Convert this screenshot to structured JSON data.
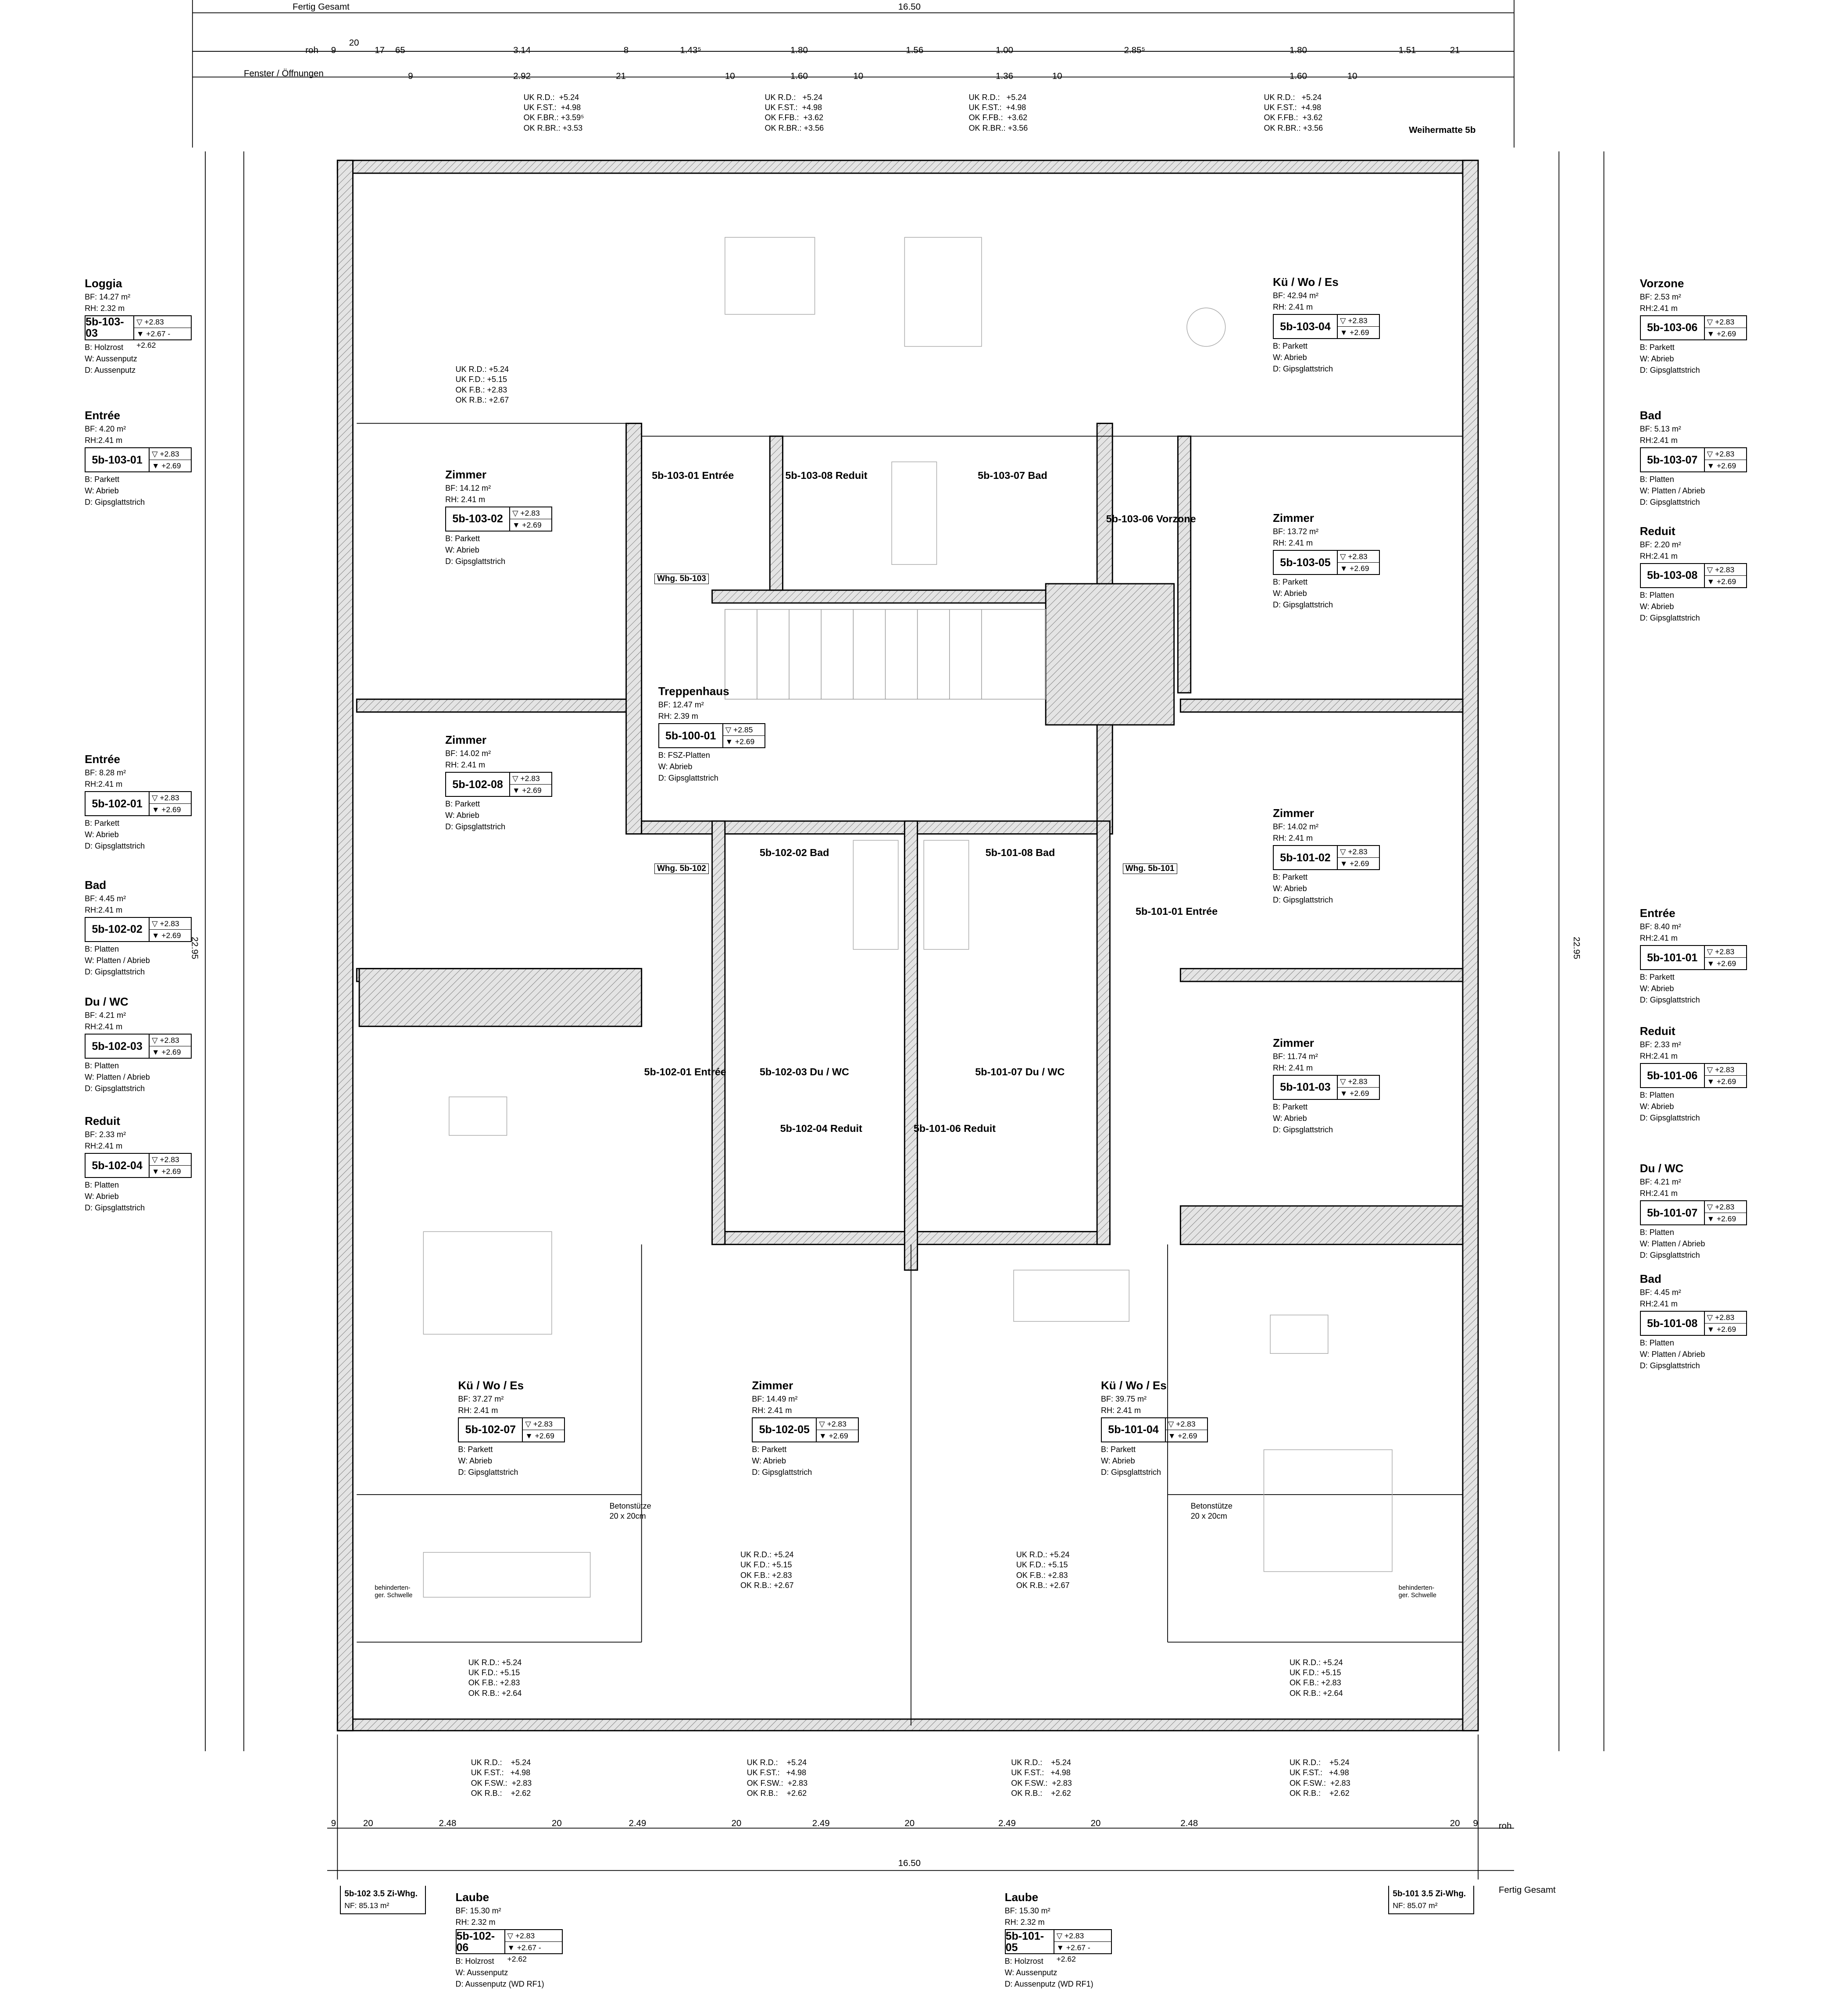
{
  "header": {
    "fertig_gesamt": "Fertig Gesamt",
    "total": "16.50",
    "roh": "roh",
    "fenster": "Fenster / Öffnungen",
    "project": "Weihermatte 5b"
  },
  "dims_top_roh": [
    "9",
    "20",
    "17",
    "65",
    "3.14",
    "8",
    "1.43⁵",
    "1.80",
    "1.56",
    "1.00",
    "2.85⁵",
    "1.80",
    "1.51",
    "21"
  ],
  "dims_top_fenster": [
    "9",
    "2.92",
    "21",
    "10",
    "1.60",
    "10",
    "1.36",
    "10",
    "1.60",
    "10"
  ],
  "dims_bottom": [
    "9",
    "20",
    "2.48",
    "20",
    "2.49",
    "20",
    "2.49",
    "20",
    "2.49",
    "20",
    "2.48",
    "20",
    "9"
  ],
  "window_notes": [
    {
      "text": "UK R.D.:  +5.24\nUK F.ST.:  +4.98\nOK F.BR.: +3.59⁵\nOK R.BR.: +3.53"
    },
    {
      "text": "UK R.D.:   +5.24\nUK F.ST.:  +4.98\nOK F.FB.:  +3.62\nOK R.BR.: +3.56"
    },
    {
      "text": "UK R.D.:   +5.24\nUK F.ST.:  +4.98\nOK F.FB.:  +3.62\nOK R.BR.: +3.56"
    },
    {
      "text": "UK R.D.:   +5.24\nUK F.ST.:  +4.98\nOK F.FB.:  +3.62\nOK R.BR.: +3.56"
    },
    {
      "text": "UK R.D.: +5.24\nUK F.D.: +5.15\nOK F.B.: +2.83\nOK R.B.: +2.67"
    },
    {
      "text": "UK R.D.: +5.24\nUK F.D.: +5.15\nOK F.B.: +2.83\nOK R.B.: +2.67"
    },
    {
      "text": "UK R.D.: +5.24\nUK F.D.: +5.15\nOK F.B.: +2.83\nOK R.B.: +2.67"
    },
    {
      "text": "UK R.D.: +5.24\nUK F.D.: +5.15\nOK F.B.: +2.83\nOK R.B.: +2.64"
    },
    {
      "text": "UK R.D.: +5.24\nUK F.D.: +5.15\nOK F.B.: +2.83\nOK R.B.: +2.64"
    },
    {
      "text": "UK R.D.:    +5.24\nUK F.ST.:   +4.98\nOK F.SW.:  +2.83\nOK R.B.:    +2.62"
    },
    {
      "text": "UK R.D.:    +5.24\nUK F.ST.:   +4.98\nOK F.SW.:  +2.83\nOK R.B.:    +2.62"
    },
    {
      "text": "UK R.D.:    +5.24\nUK F.ST.:   +4.98\nOK F.SW.:  +2.83\nOK R.B.:    +2.62"
    },
    {
      "text": "UK R.D.:    +5.24\nUK F.ST.:   +4.98\nOK F.SW.:  +2.83\nOK R.B.:    +2.62"
    }
  ],
  "rooms": [
    {
      "name": "Loggia",
      "bf": "BF: 14.27 m²",
      "rh": "RH:  2.32 m",
      "id": "5b-103-03",
      "up": "▽ +2.83",
      "down": "▼ +2.67 - +2.62",
      "b": "B: Holzrost",
      "w": "W: Aussenputz",
      "d": "D: Aussenputz"
    },
    {
      "name": "Entrée",
      "bf": "BF: 4.20 m²",
      "rh": "RH:2.41 m",
      "id": "5b-103-01",
      "up": "▽ +2.83",
      "down": "▼ +2.69",
      "b": "B: Parkett",
      "w": "W: Abrieb",
      "d": "D: Gipsglattstrich"
    },
    {
      "name": "Entrée",
      "bf": "BF: 8.28 m²",
      "rh": "RH:2.41 m",
      "id": "5b-102-01",
      "up": "▽ +2.83",
      "down": "▼ +2.69",
      "b": "B: Parkett",
      "w": "W: Abrieb",
      "d": "D: Gipsglattstrich"
    },
    {
      "name": "Bad",
      "bf": "BF: 4.45 m²",
      "rh": "RH:2.41 m",
      "id": "5b-102-02",
      "up": "▽ +2.83",
      "down": "▼ +2.69",
      "b": "B: Platten",
      "w": "W: Platten / Abrieb",
      "d": "D: Gipsglattstrich"
    },
    {
      "name": "Du / WC",
      "bf": "BF: 4.21 m²",
      "rh": "RH:2.41 m",
      "id": "5b-102-03",
      "up": "▽ +2.83",
      "down": "▼ +2.69",
      "b": "B: Platten",
      "w": "W: Platten / Abrieb",
      "d": "D: Gipsglattstrich"
    },
    {
      "name": "Reduit",
      "bf": "BF: 2.33 m²",
      "rh": "RH:2.41 m",
      "id": "5b-102-04",
      "up": "▽ +2.83",
      "down": "▼ +2.69",
      "b": "B: Platten",
      "w": "W: Abrieb",
      "d": "D: Gipsglattstrich"
    },
    {
      "name": "Vorzone",
      "bf": "BF: 2.53 m²",
      "rh": "RH:2.41 m",
      "id": "5b-103-06",
      "up": "▽ +2.83",
      "down": "▼ +2.69",
      "b": "B: Parkett",
      "w": "W: Abrieb",
      "d": "D: Gipsglattstrich"
    },
    {
      "name": "Bad",
      "bf": "BF: 5.13 m²",
      "rh": "RH:2.41 m",
      "id": "5b-103-07",
      "up": "▽ +2.83",
      "down": "▼ +2.69",
      "b": "B: Platten",
      "w": "W: Platten / Abrieb",
      "d": "D: Gipsglattstrich"
    },
    {
      "name": "Reduit",
      "bf": "BF: 2.20 m²",
      "rh": "RH:2.41 m",
      "id": "5b-103-08",
      "up": "▽ +2.83",
      "down": "▼ +2.69",
      "b": "B: Platten",
      "w": "W: Abrieb",
      "d": "D: Gipsglattstrich"
    },
    {
      "name": "Entrée",
      "bf": "BF: 8.40 m²",
      "rh": "RH:2.41 m",
      "id": "5b-101-01",
      "up": "▽ +2.83",
      "down": "▼ +2.69",
      "b": "B: Parkett",
      "w": "W: Abrieb",
      "d": "D: Gipsglattstrich"
    },
    {
      "name": "Reduit",
      "bf": "BF: 2.33 m²",
      "rh": "RH:2.41 m",
      "id": "5b-101-06",
      "up": "▽ +2.83",
      "down": "▼ +2.69",
      "b": "B: Platten",
      "w": "W: Abrieb",
      "d": "D: Gipsglattstrich"
    },
    {
      "name": "Du / WC",
      "bf": "BF: 4.21 m²",
      "rh": "RH:2.41 m",
      "id": "5b-101-07",
      "up": "▽ +2.83",
      "down": "▼ +2.69",
      "b": "B: Platten",
      "w": "W: Platten / Abrieb",
      "d": "D: Gipsglattstrich"
    },
    {
      "name": "Bad",
      "bf": "BF: 4.45 m²",
      "rh": "RH:2.41 m",
      "id": "5b-101-08",
      "up": "▽ +2.83",
      "down": "▼ +2.69",
      "b": "B: Platten",
      "w": "W: Platten / Abrieb",
      "d": "D: Gipsglattstrich"
    },
    {
      "name": "Kü / Wo / Es",
      "bf": "BF: 42.94 m²",
      "rh": "RH:  2.41 m",
      "id": "5b-103-04",
      "up": "▽ +2.83",
      "down": "▼ +2.69",
      "b": "B: Parkett",
      "w": "W: Abrieb",
      "d": "D: Gipsglattstrich"
    },
    {
      "name": "Zimmer",
      "bf": "BF: 14.12 m²",
      "rh": "RH:  2.41 m",
      "id": "5b-103-02",
      "up": "▽ +2.83",
      "down": "▼ +2.69",
      "b": "B: Parkett",
      "w": "W: Abrieb",
      "d": "D: Gipsglattstrich"
    },
    {
      "name": "Zimmer",
      "bf": "BF: 13.72 m²",
      "rh": "RH:  2.41 m",
      "id": "5b-103-05",
      "up": "▽ +2.83",
      "down": "▼ +2.69",
      "b": "B: Parkett",
      "w": "W: Abrieb",
      "d": "D: Gipsglattstrich"
    },
    {
      "name": "Treppenhaus",
      "bf": "BF: 12.47 m²",
      "rh": "RH:  2.39 m",
      "id": "5b-100-01",
      "up": "▽ +2.85",
      "down": "▼ +2.69",
      "b": "B: FSZ-Platten",
      "w": "W: Abrieb",
      "d": "D: Gipsglattstrich"
    },
    {
      "name": "Zimmer",
      "bf": "BF: 14.02 m²",
      "rh": "RH:  2.41 m",
      "id": "5b-102-08",
      "up": "▽ +2.83",
      "down": "▼ +2.69",
      "b": "B: Parkett",
      "w": "W: Abrieb",
      "d": "D: Gipsglattstrich"
    },
    {
      "name": "Zimmer",
      "bf": "BF: 14.02 m²",
      "rh": "RH:  2.41 m",
      "id": "5b-101-02",
      "up": "▽ +2.83",
      "down": "▼ +2.69",
      "b": "B: Parkett",
      "w": "W: Abrieb",
      "d": "D: Gipsglattstrich"
    },
    {
      "name": "Zimmer",
      "bf": "BF: 11.74 m²",
      "rh": "RH:  2.41 m",
      "id": "5b-101-03",
      "up": "▽ +2.83",
      "down": "▼ +2.69",
      "b": "B: Parkett",
      "w": "W: Abrieb",
      "d": "D: Gipsglattstrich"
    },
    {
      "name": "Kü / Wo / Es",
      "bf": "BF: 37.27 m²",
      "rh": "RH:  2.41 m",
      "id": "5b-102-07",
      "up": "▽ +2.83",
      "down": "▼ +2.69",
      "b": "B: Parkett",
      "w": "W: Abrieb",
      "d": "D: Gipsglattstrich"
    },
    {
      "name": "Zimmer",
      "bf": "BF: 14.49 m²",
      "rh": "RH:  2.41 m",
      "id": "5b-102-05",
      "up": "▽ +2.83",
      "down": "▼ +2.69",
      "b": "B: Parkett",
      "w": "W: Abrieb",
      "d": "D: Gipsglattstrich"
    },
    {
      "name": "Kü / Wo / Es",
      "bf": "BF: 39.75 m²",
      "rh": "RH:  2.41 m",
      "id": "5b-101-04",
      "up": "▽ +2.83",
      "down": "▼ +2.69",
      "b": "B: Parkett",
      "w": "W: Abrieb",
      "d": "D: Gipsglattstrich"
    },
    {
      "name": "Laube",
      "bf": "BF: 15.30 m²",
      "rh": "RH:  2.32 m",
      "id": "5b-102-06",
      "up": "▽ +2.83",
      "down": "▼ +2.67 - +2.62",
      "b": "B: Holzrost",
      "w": "W: Aussenputz",
      "d": "D: Aussenputz (WD RF1)"
    },
    {
      "name": "Laube",
      "bf": "BF: 15.30 m²",
      "rh": "RH:  2.32 m",
      "id": "5b-101-05",
      "up": "▽ +2.83",
      "down": "▼ +2.67 - +2.62",
      "b": "B: Holzrost",
      "w": "W: Aussenputz",
      "d": "D: Aussenputz (WD RF1)"
    }
  ],
  "plan_labels": [
    "5b-103-01 Entrée",
    "5b-103-08 Reduit",
    "5b-103-07 Bad",
    "5b-103-06 Vorzone",
    "5b-102-02 Bad",
    "5b-101-08 Bad",
    "5b-101-01 Entrée",
    "5b-102-01 Entrée",
    "5b-102-03 Du / WC",
    "5b-101-07 Du / WC",
    "5b-102-04 Reduit",
    "5b-101-06 Reduit",
    "Whg. 5b-103",
    "Whg. 5b-102",
    "Whg. 5b-101"
  ],
  "notes": {
    "betonstuetze": "Betonstütze\n20 x 20cm",
    "schwelle": "behinderten-\nger. Schwelle"
  },
  "summaries": [
    {
      "title": "5b-102 3.5 Zi-Whg.",
      "nf": "NF: 85.13 m²"
    },
    {
      "title": "5b-101 3.5 Zi-Whg.",
      "nf": "NF: 85.07 m²"
    }
  ],
  "side_dims": {
    "total_height": "22.95"
  }
}
